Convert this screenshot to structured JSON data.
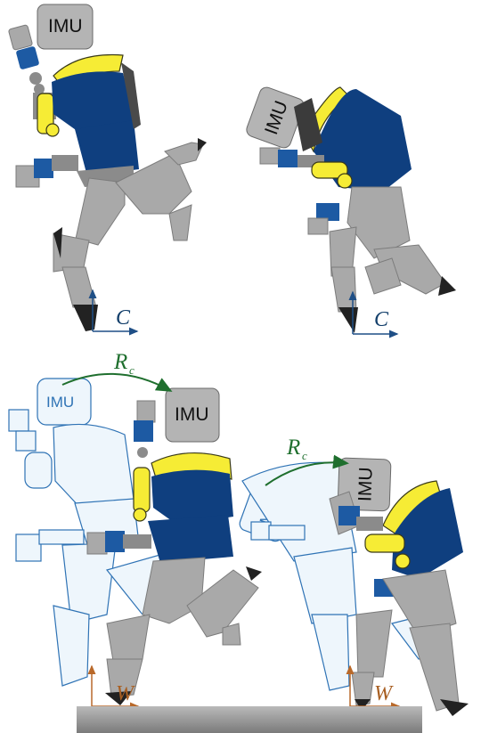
{
  "labels": {
    "imu": "IMU",
    "contact_frame": "C",
    "world_frame": "W",
    "rotation": "R",
    "rotation_sub": "c"
  },
  "colors": {
    "robot_grey": "#a9a9a9",
    "robot_blue": "#0f3f7f",
    "battery_yellow": "#f6ec35",
    "ghost_outline": "#2f73b5",
    "contact_frame_axes": "#1f4f86",
    "world_frame_axes": "#b9692a",
    "rotation_arrow": "#1f6f2e"
  }
}
